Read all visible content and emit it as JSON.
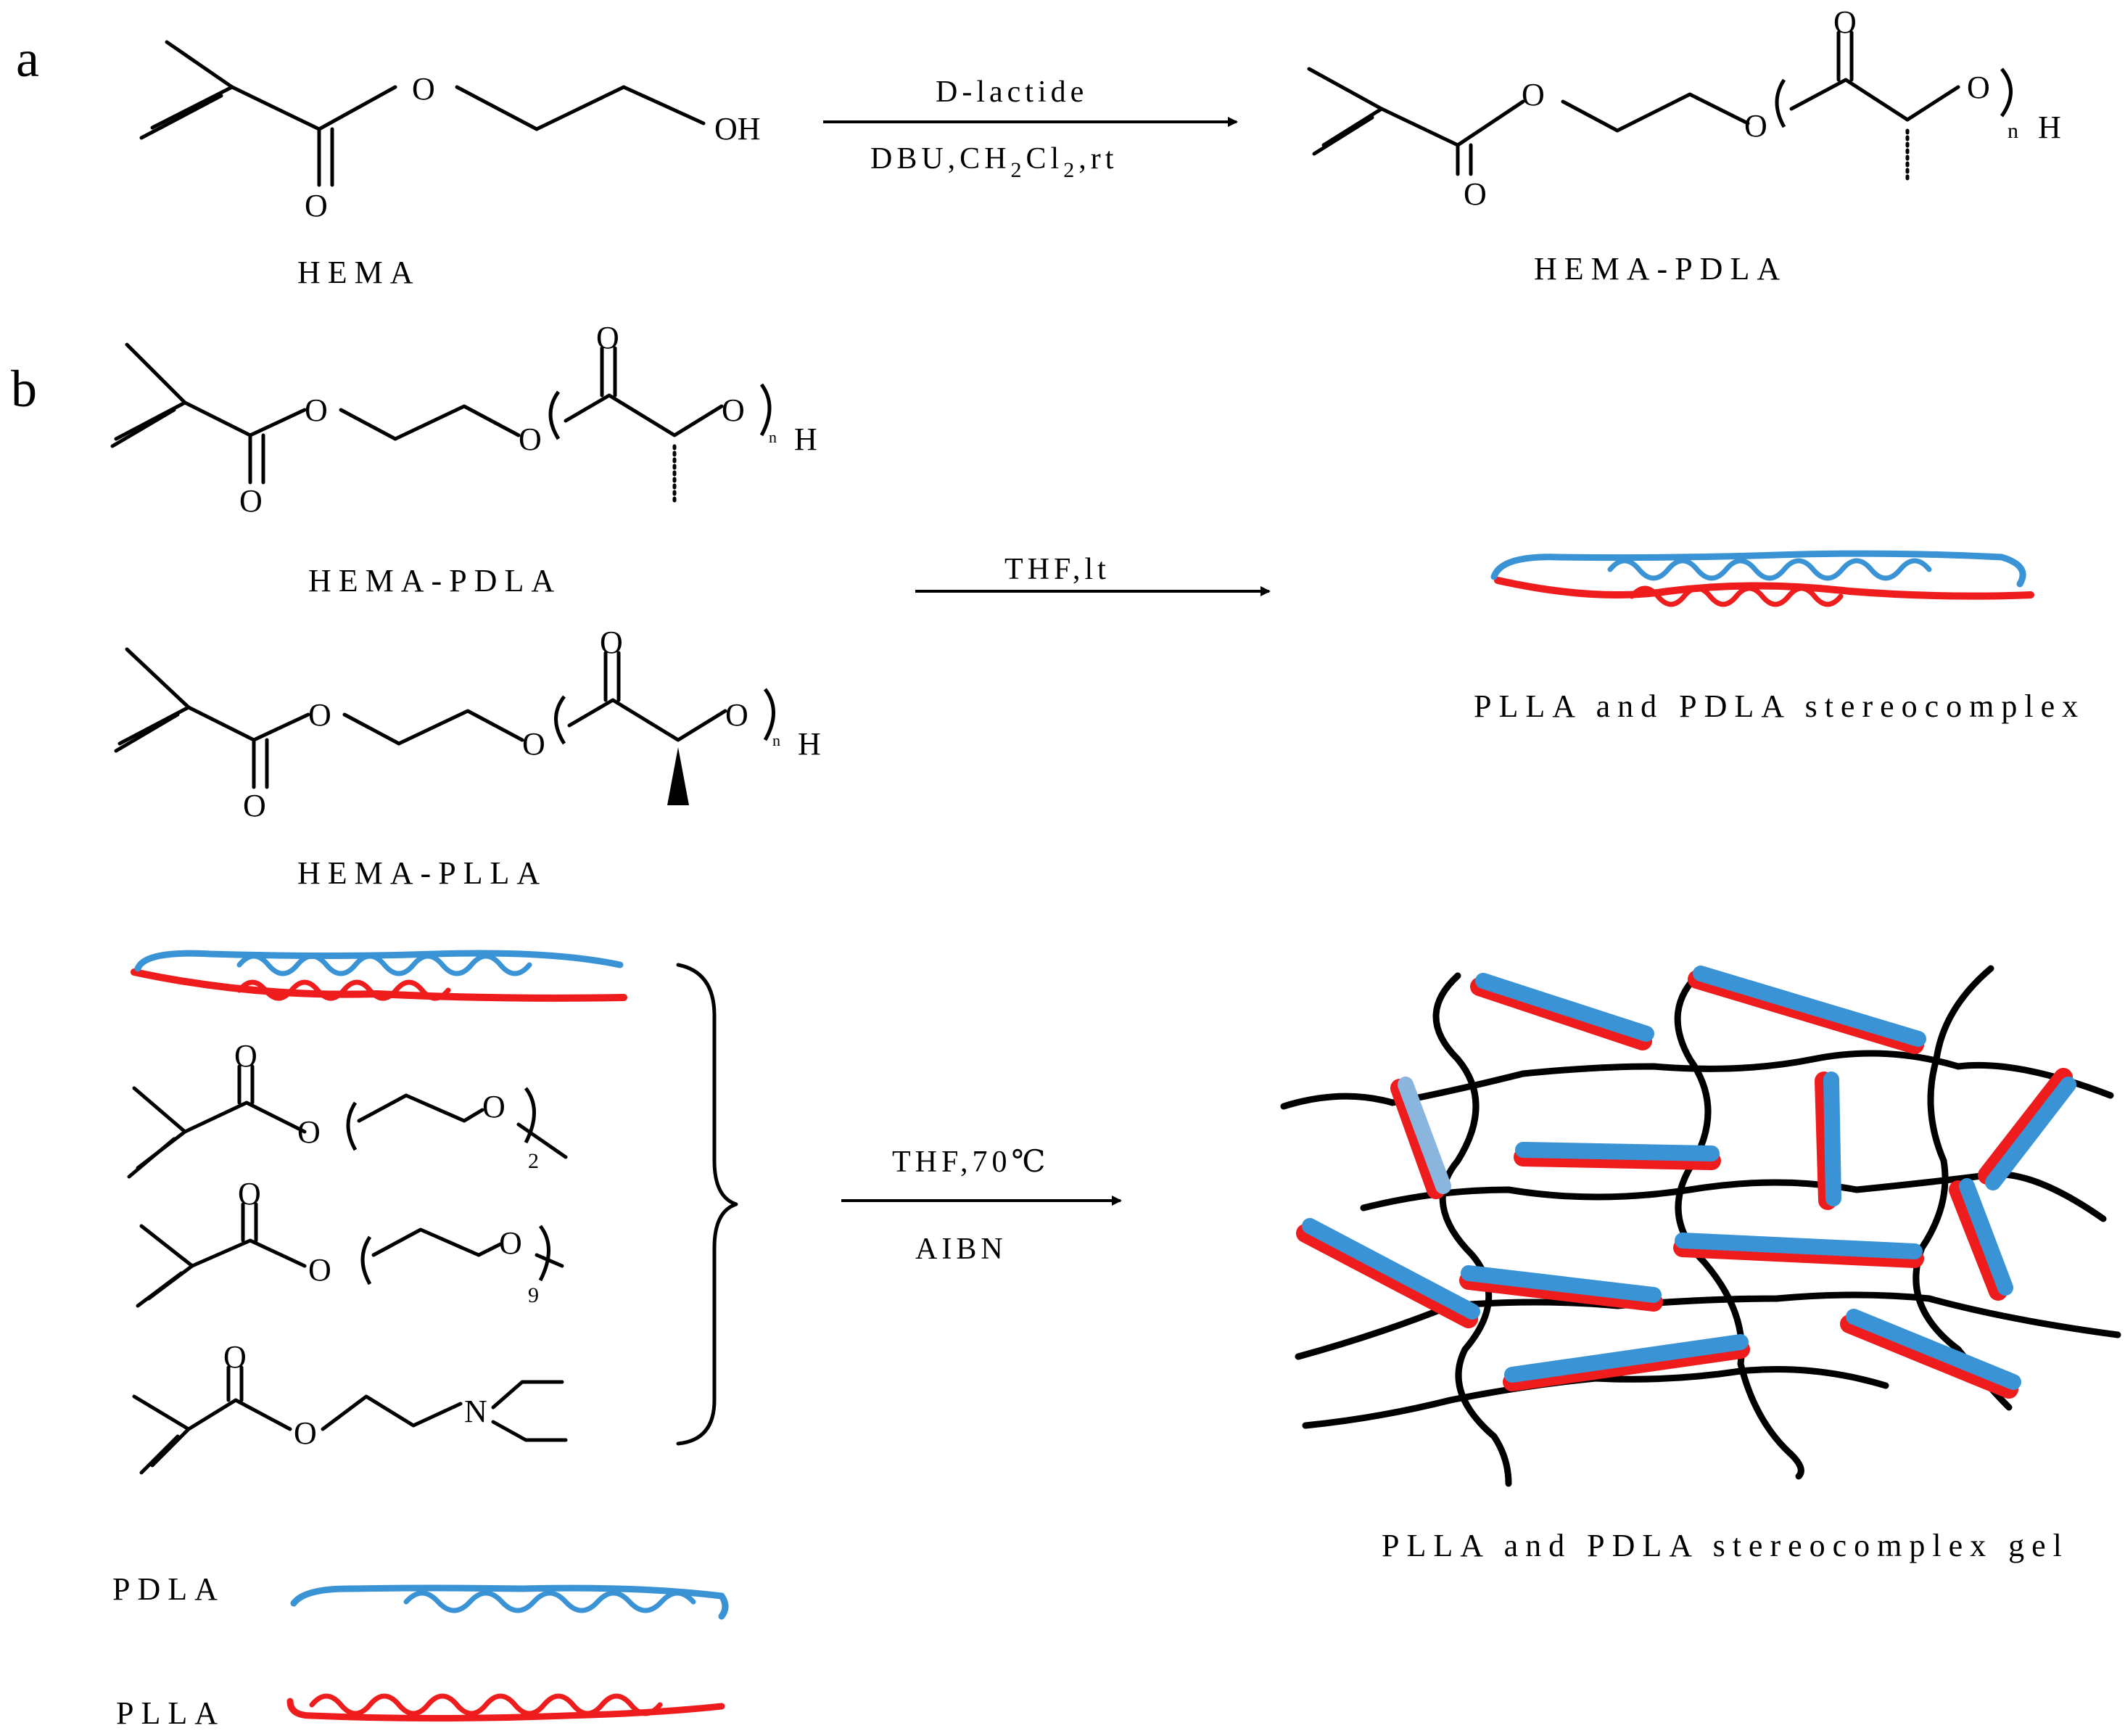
{
  "panels": {
    "a": "a",
    "b": "b"
  },
  "atoms": {
    "O": "O",
    "OH": "OH",
    "H": "H",
    "n": "n",
    "N": "N",
    "two": "2",
    "nine": "9"
  },
  "reaction_a": {
    "reactant_label": "HEMA",
    "reagent_top": "D-lactide",
    "reagent_bottom_prefix": "DBU,CH",
    "reagent_bottom_sub1": "2",
    "reagent_bottom_mid": "Cl",
    "reagent_bottom_sub2": "2",
    "reagent_bottom_suffix": ",rt",
    "product_label": "HEMA-PDLA"
  },
  "reaction_b1": {
    "reactant1_label": "HEMA-PDLA",
    "reactant2_label": "HEMA-PLLA",
    "condition": "THF,lt",
    "product_label": "PLLA and PDLA stereocomplex"
  },
  "reaction_b2": {
    "condition_top": "THF,70℃",
    "condition_bottom": "AIBN",
    "product_label": "PLLA and PDLA stereocomplex gel"
  },
  "legend": {
    "items": [
      {
        "label": "PDLA",
        "color": "#3a93d4"
      },
      {
        "label": "PLLA",
        "color": "#ee1c1c"
      }
    ]
  },
  "colors": {
    "pdla": "#3a93d4",
    "plla": "#ee1c1c",
    "network": "#000000"
  }
}
